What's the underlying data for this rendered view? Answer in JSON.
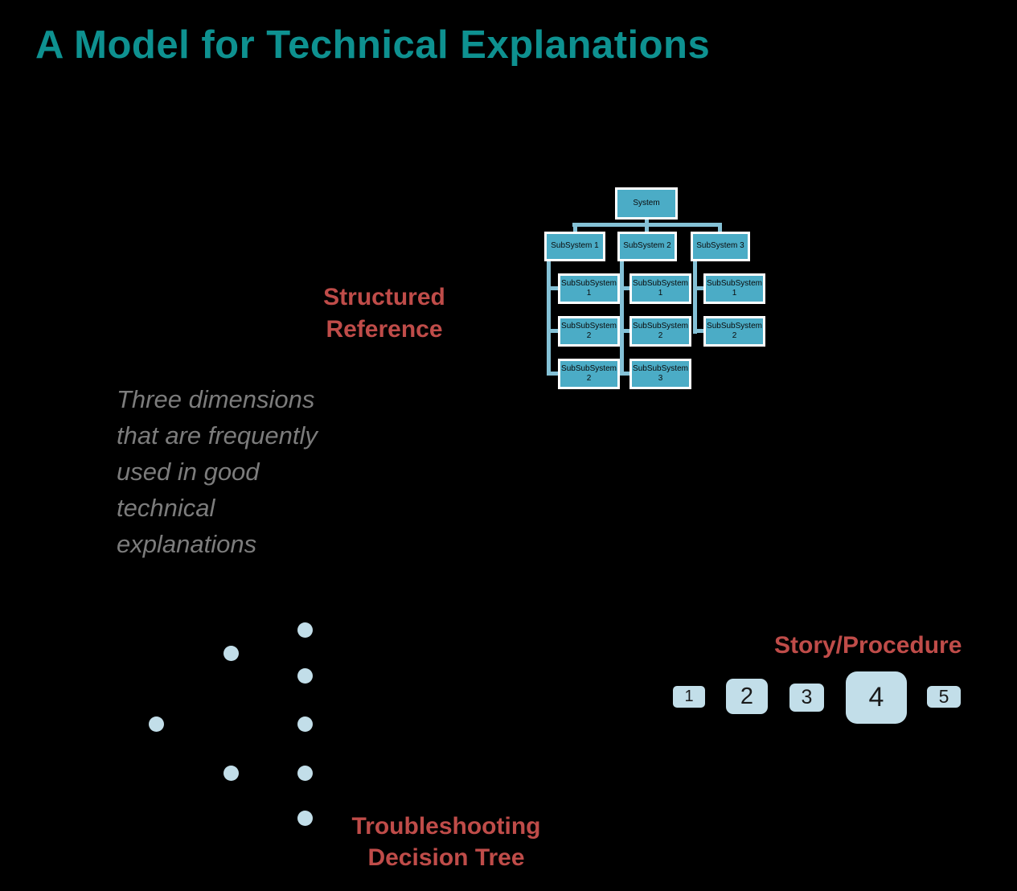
{
  "slide": {
    "title": "A Model for Technical Explanations",
    "colors": {
      "background": "#000000",
      "title_teal": "#0E9190",
      "label_red": "#BF4C49",
      "org_box_fill": "#4BACC6",
      "org_box_border": "#FFFFFF",
      "connector_blue": "#84C1D6",
      "dot_blue": "#C2DEE9",
      "body_gray": "#7C7C7C"
    }
  },
  "intro_text": {
    "lines": [
      "Three dimensions",
      "that are frequently",
      "used in good",
      "technical",
      "explanations"
    ]
  },
  "structured_reference": {
    "label_line1": "Structured",
    "label_line2": "Reference",
    "orgchart": {
      "root": "System",
      "level2": [
        "SubSystem 1",
        "SubSystem 2",
        "SubSystem 3"
      ],
      "level3_col1": [
        "SubSubSystem 1",
        "SubSubSystem 2",
        "SubSubSystem 2"
      ],
      "level3_col2": [
        "SubSubSystem 1",
        "SubSubSystem 2",
        "SubSubSystem 3"
      ],
      "level3_col3": [
        "SubSubSystem 1",
        "SubSubSystem 2"
      ]
    }
  },
  "story_procedure": {
    "label": "Story/Procedure",
    "steps": [
      "1",
      "2",
      "3",
      "4",
      "5"
    ]
  },
  "decision_tree": {
    "label_line1": "Troubleshooting",
    "label_line2": "Decision Tree",
    "dot_count": 8
  }
}
